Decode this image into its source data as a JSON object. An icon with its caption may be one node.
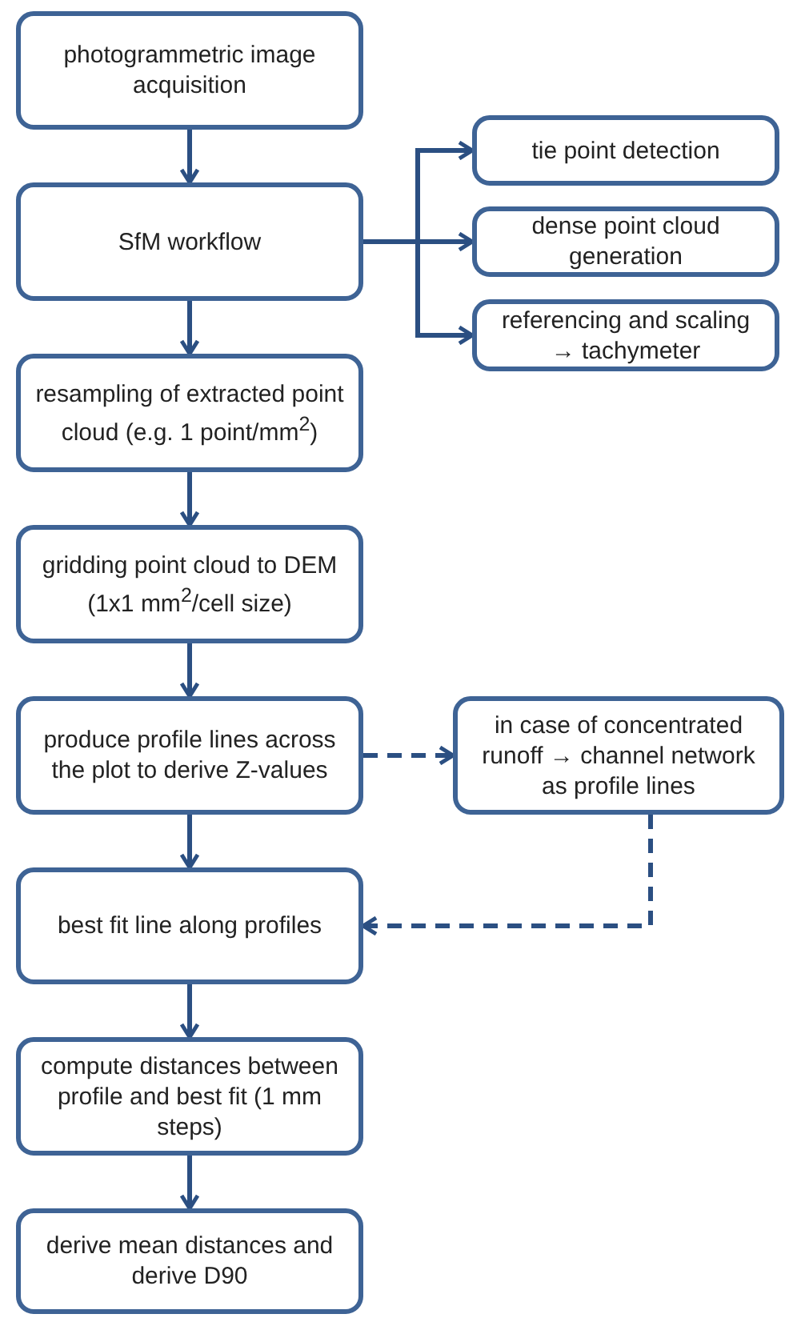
{
  "diagram": {
    "nodes": [
      {
        "text": [
          "photogrammetric image acquisition"
        ]
      },
      {
        "text": [
          "SfM workflow"
        ]
      },
      {
        "text": [
          "tie point detection"
        ]
      },
      {
        "text": [
          "dense point cloud generation"
        ]
      },
      {
        "text": [
          "referencing and scaling → tachymeter"
        ]
      },
      {
        "text": [
          "resampling of extracted point cloud (e.g. 1 point/mm$^{2}$)"
        ]
      },
      {
        "text": [
          "gridding point cloud to DEM (1x1 mm$^{2}$/cell size)"
        ]
      },
      {
        "text": [
          "produce profile lines across the plot to derive Z-values"
        ]
      },
      {
        "text": [
          "in case of concentrated runoff → channel network as profile lines"
        ]
      },
      {
        "text": [
          "best fit line along profiles"
        ]
      },
      {
        "text": [
          "compute distances between profile and best fit (1 mm steps)"
        ]
      },
      {
        "text": [
          "derive mean distances and derive D90"
        ]
      }
    ],
    "edges": [
      {
        "from": 0,
        "to": 1,
        "arrow": "to"
      },
      {
        "from": 1,
        "to": 2,
        "arrow": "to"
      },
      {
        "from": 1,
        "to": 3,
        "arrow": "to"
      },
      {
        "from": 1,
        "to": 4,
        "arrow": "to"
      },
      {
        "from": 1,
        "to": 5,
        "arrow": "to"
      },
      {
        "from": 5,
        "to": 6,
        "arrow": "to"
      },
      {
        "from": 6,
        "to": 7,
        "arrow": "to"
      },
      {
        "from": 7,
        "to": 8,
        "arrow": "to",
        "style": "dashed"
      },
      {
        "from": 8,
        "to": 9,
        "arrow": "to",
        "style": "dashed"
      },
      {
        "from": 7,
        "to": 9,
        "arrow": "to"
      },
      {
        "from": 9,
        "to": 10,
        "arrow": "to"
      },
      {
        "from": 10,
        "to": 11,
        "arrow": "to"
      }
    ]
  }
}
